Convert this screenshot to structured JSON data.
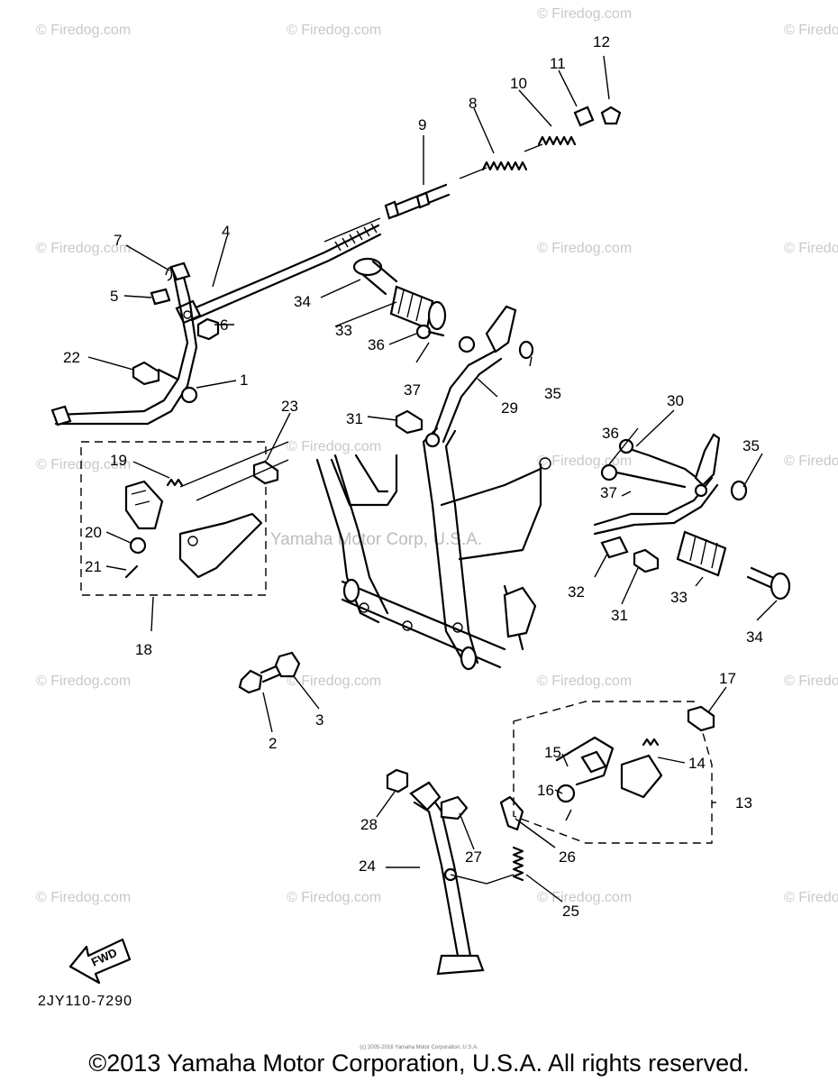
{
  "watermark": "© Firedog.com",
  "center_watermark": "Yamaha Motor Corp, U.S.A.",
  "fwd_label": "FWD",
  "diagram_code": "2JY110-7290",
  "small_print": "(c) 2005-2016 Yamaha Motor Corporation, U.S.A.",
  "copyright": "©2013 Yamaha Motor Corporation, U.S.A. All rights reserved.",
  "callouts": [
    "1",
    "2",
    "3",
    "4",
    "5",
    "6",
    "7",
    "8",
    "9",
    "10",
    "11",
    "12",
    "13",
    "14",
    "15",
    "16",
    "17",
    "18",
    "19",
    "20",
    "21",
    "22",
    "23",
    "24",
    "25",
    "26",
    "27",
    "28",
    "29",
    "30",
    "31",
    "32",
    "33",
    "34",
    "35",
    "36",
    "37"
  ]
}
